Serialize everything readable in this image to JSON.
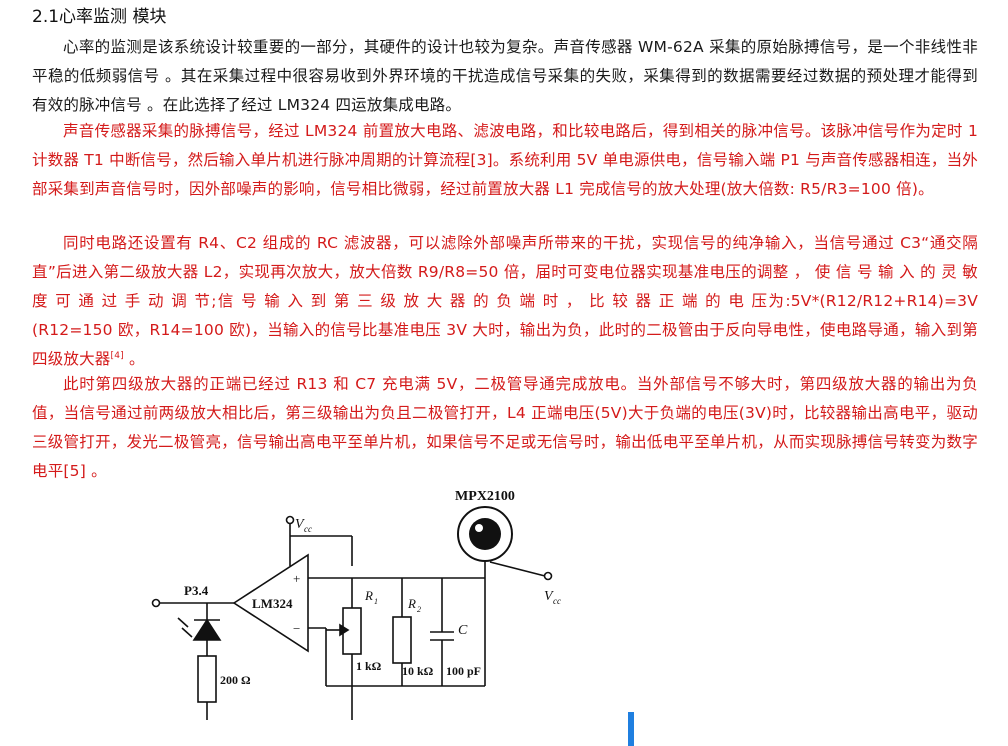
{
  "heading": "2.1心率监测 模块",
  "paragraphs": {
    "p1": "心率的监测是该系统设计较重要的一部分，其硬件的设计也较为复杂。声音传感器 WM-62A 采集的原始脉搏信号，是一个非线性非平稳的低频弱信号 。其在采集过程中很容易收到外界环境的干扰造成信号采集的失败，采集得到的数据需要经过数据的预处理才能得到有效的脉冲信号 。在此选择了经过 LM324 四运放集成电路。",
    "p2": "声音传感器采集的脉搏信号，经过 LM324 前置放大电路、滤波电路，和比较电路后，得到相关的脉冲信号。该脉冲信号作为定时 1 计数器 T1 中断信号，然后输入单片机进行脉冲周期的计算流程[3]。系统利用 5V 单电源供电，信号输入端 P1 与声音传感器相连，当外部采集到声音信号时，因外部噪声的影响，信号相比微弱，经过前置放大器 L1 完成信号的放大处理(放大倍数: R5/R3=100  倍)。",
    "p3_main": "同时电路还设置有 R4、C2 组成的 RC 滤波器，可以滤除外部噪声所带来的干扰，实现信号的纯净输入，当信号通过 C3“通交隔直”后进入第二级放大器 L2，实现再次放大，放大倍数 R9/R8=50 倍，届时可变电位器实现基准电压的调整 ， 使 信 号 输 入 的 灵 敏 度 可 通 过 手 动 调 节;信 号 输 入 到 第 三 级 放 大 器 的 负 端 时 ， 比 较 器 正 端 的 电 压为:5V*(R12/R12+R14)=3V (R12=150  欧，R14=100 欧)，当输入的信号比基准电压 3V 大时，输出为负，此时的二极管由于反向导电性，使电路导通，输入到第四级放大器",
    "p3_ref": "[4]",
    "p3_end": " 。",
    "p4": "此时第四级放大器的正端已经过 R13 和 C7 充电满 5V，二极管导通完成放电。当外部信号不够大时，第四级放大器的输出为负值，当信号通过前两级放大相比后，第三级输出为负且二极管打开，L4 正端电压(5V)大于负端的电压(3V)时，比较器输出高电平，驱动三级管打开，发光二极管亮，信号输出高电平至单片机，如果信号不足或无信号时，输出低电平至单片机，从而实现脉搏信号转变为数字电平[5] 。"
  },
  "circuit": {
    "sensor_label": "MPX2100",
    "vcc_top": "V",
    "vcc_top_sub": "cc",
    "vcc_right": "V",
    "vcc_right_sub": "cc",
    "port_label": "P3.4",
    "opamp_label": "LM324",
    "plus_sign": "+",
    "minus_sign": "−",
    "r1_label": "R",
    "r1_sub": "1",
    "r2_label": "R",
    "r2_sub": "2",
    "c_label": "C",
    "r1_value": "1 kΩ",
    "r2_value": "10 kΩ",
    "c_value": "100 pF",
    "res_200": "200 Ω"
  },
  "colors": {
    "body_text": "#1a1a1a",
    "highlight_text": "#d41a1a",
    "cursor": "#1f7fe0"
  }
}
